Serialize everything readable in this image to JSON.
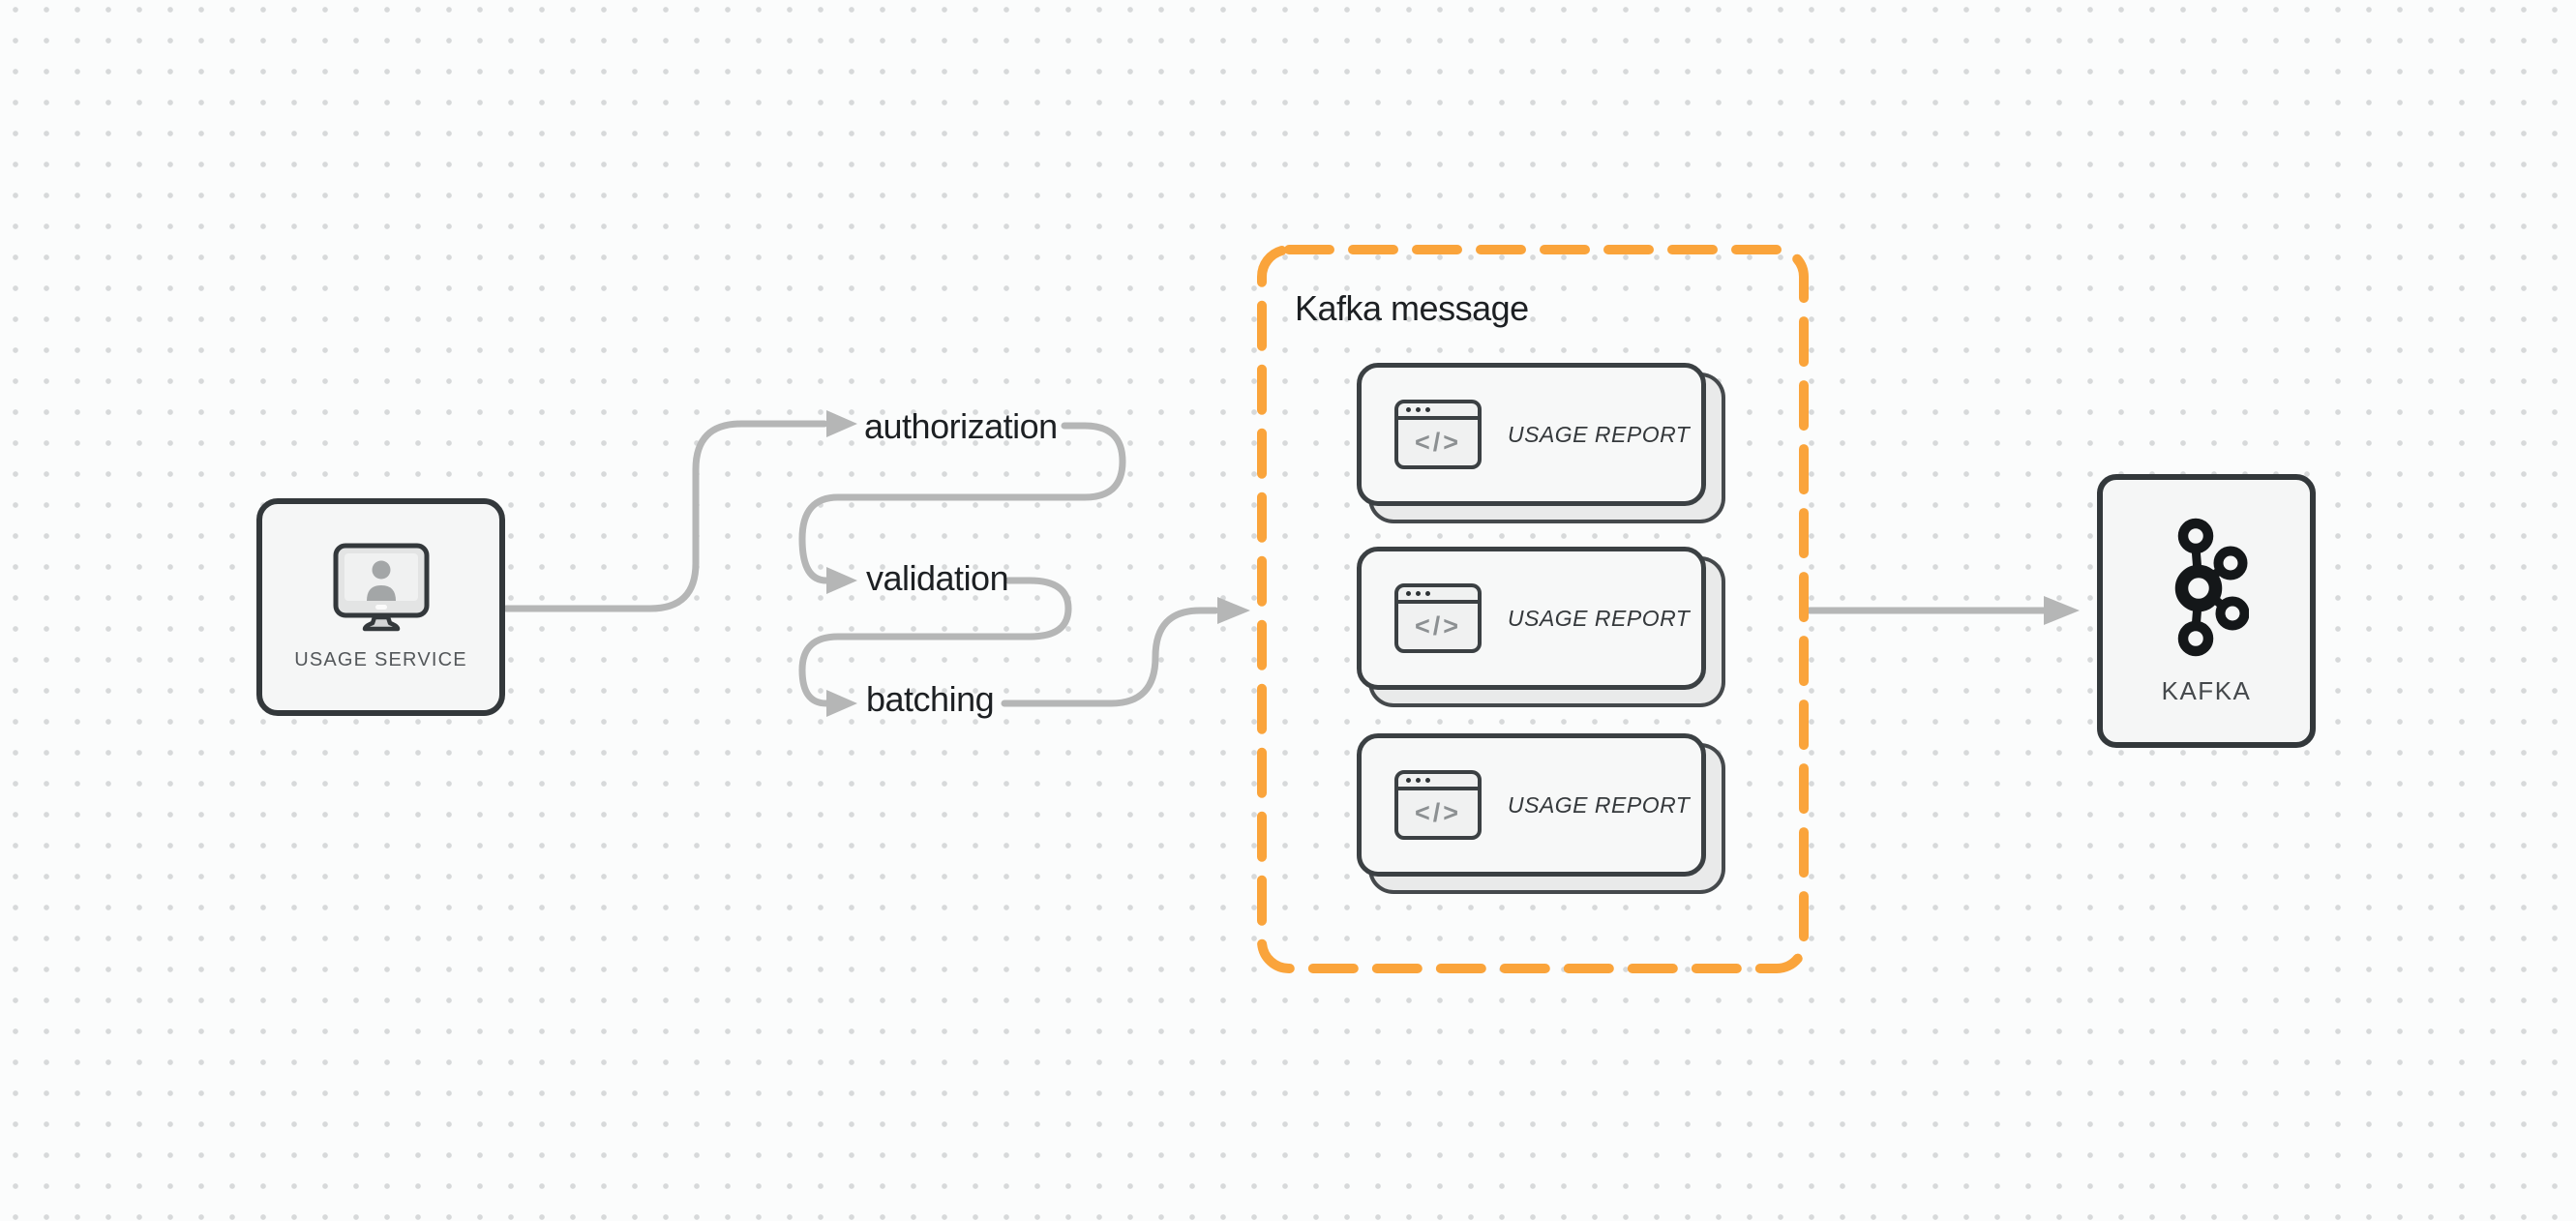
{
  "diagram": {
    "type": "flow-diagram",
    "background": {
      "color": "#fbfcfc",
      "dot_grid_color": "#d7d9da"
    },
    "colors": {
      "accent_orange": "#FAA43B",
      "arrow_gray": "#b5b6b6",
      "border_dark": "#33383b",
      "node_fill": "#f5f6f6",
      "label_dark": "#1d2023"
    }
  },
  "nodes": {
    "usage_service": {
      "label": "USAGE SERVICE",
      "icon": "user-monitor-icon"
    },
    "kafka": {
      "label": "KAFKA",
      "icon": "kafka-logo-icon"
    }
  },
  "flow_steps": [
    {
      "label": "authorization"
    },
    {
      "label": "validation"
    },
    {
      "label": "batching"
    }
  ],
  "kafka_message_group": {
    "title": "Kafka message",
    "cards": [
      {
        "label": "USAGE REPORT",
        "icon": "code-window-icon"
      },
      {
        "label": "USAGE REPORT",
        "icon": "code-window-icon"
      },
      {
        "label": "USAGE REPORT",
        "icon": "code-window-icon"
      }
    ]
  },
  "icons": {
    "code_glyph": "</>"
  }
}
